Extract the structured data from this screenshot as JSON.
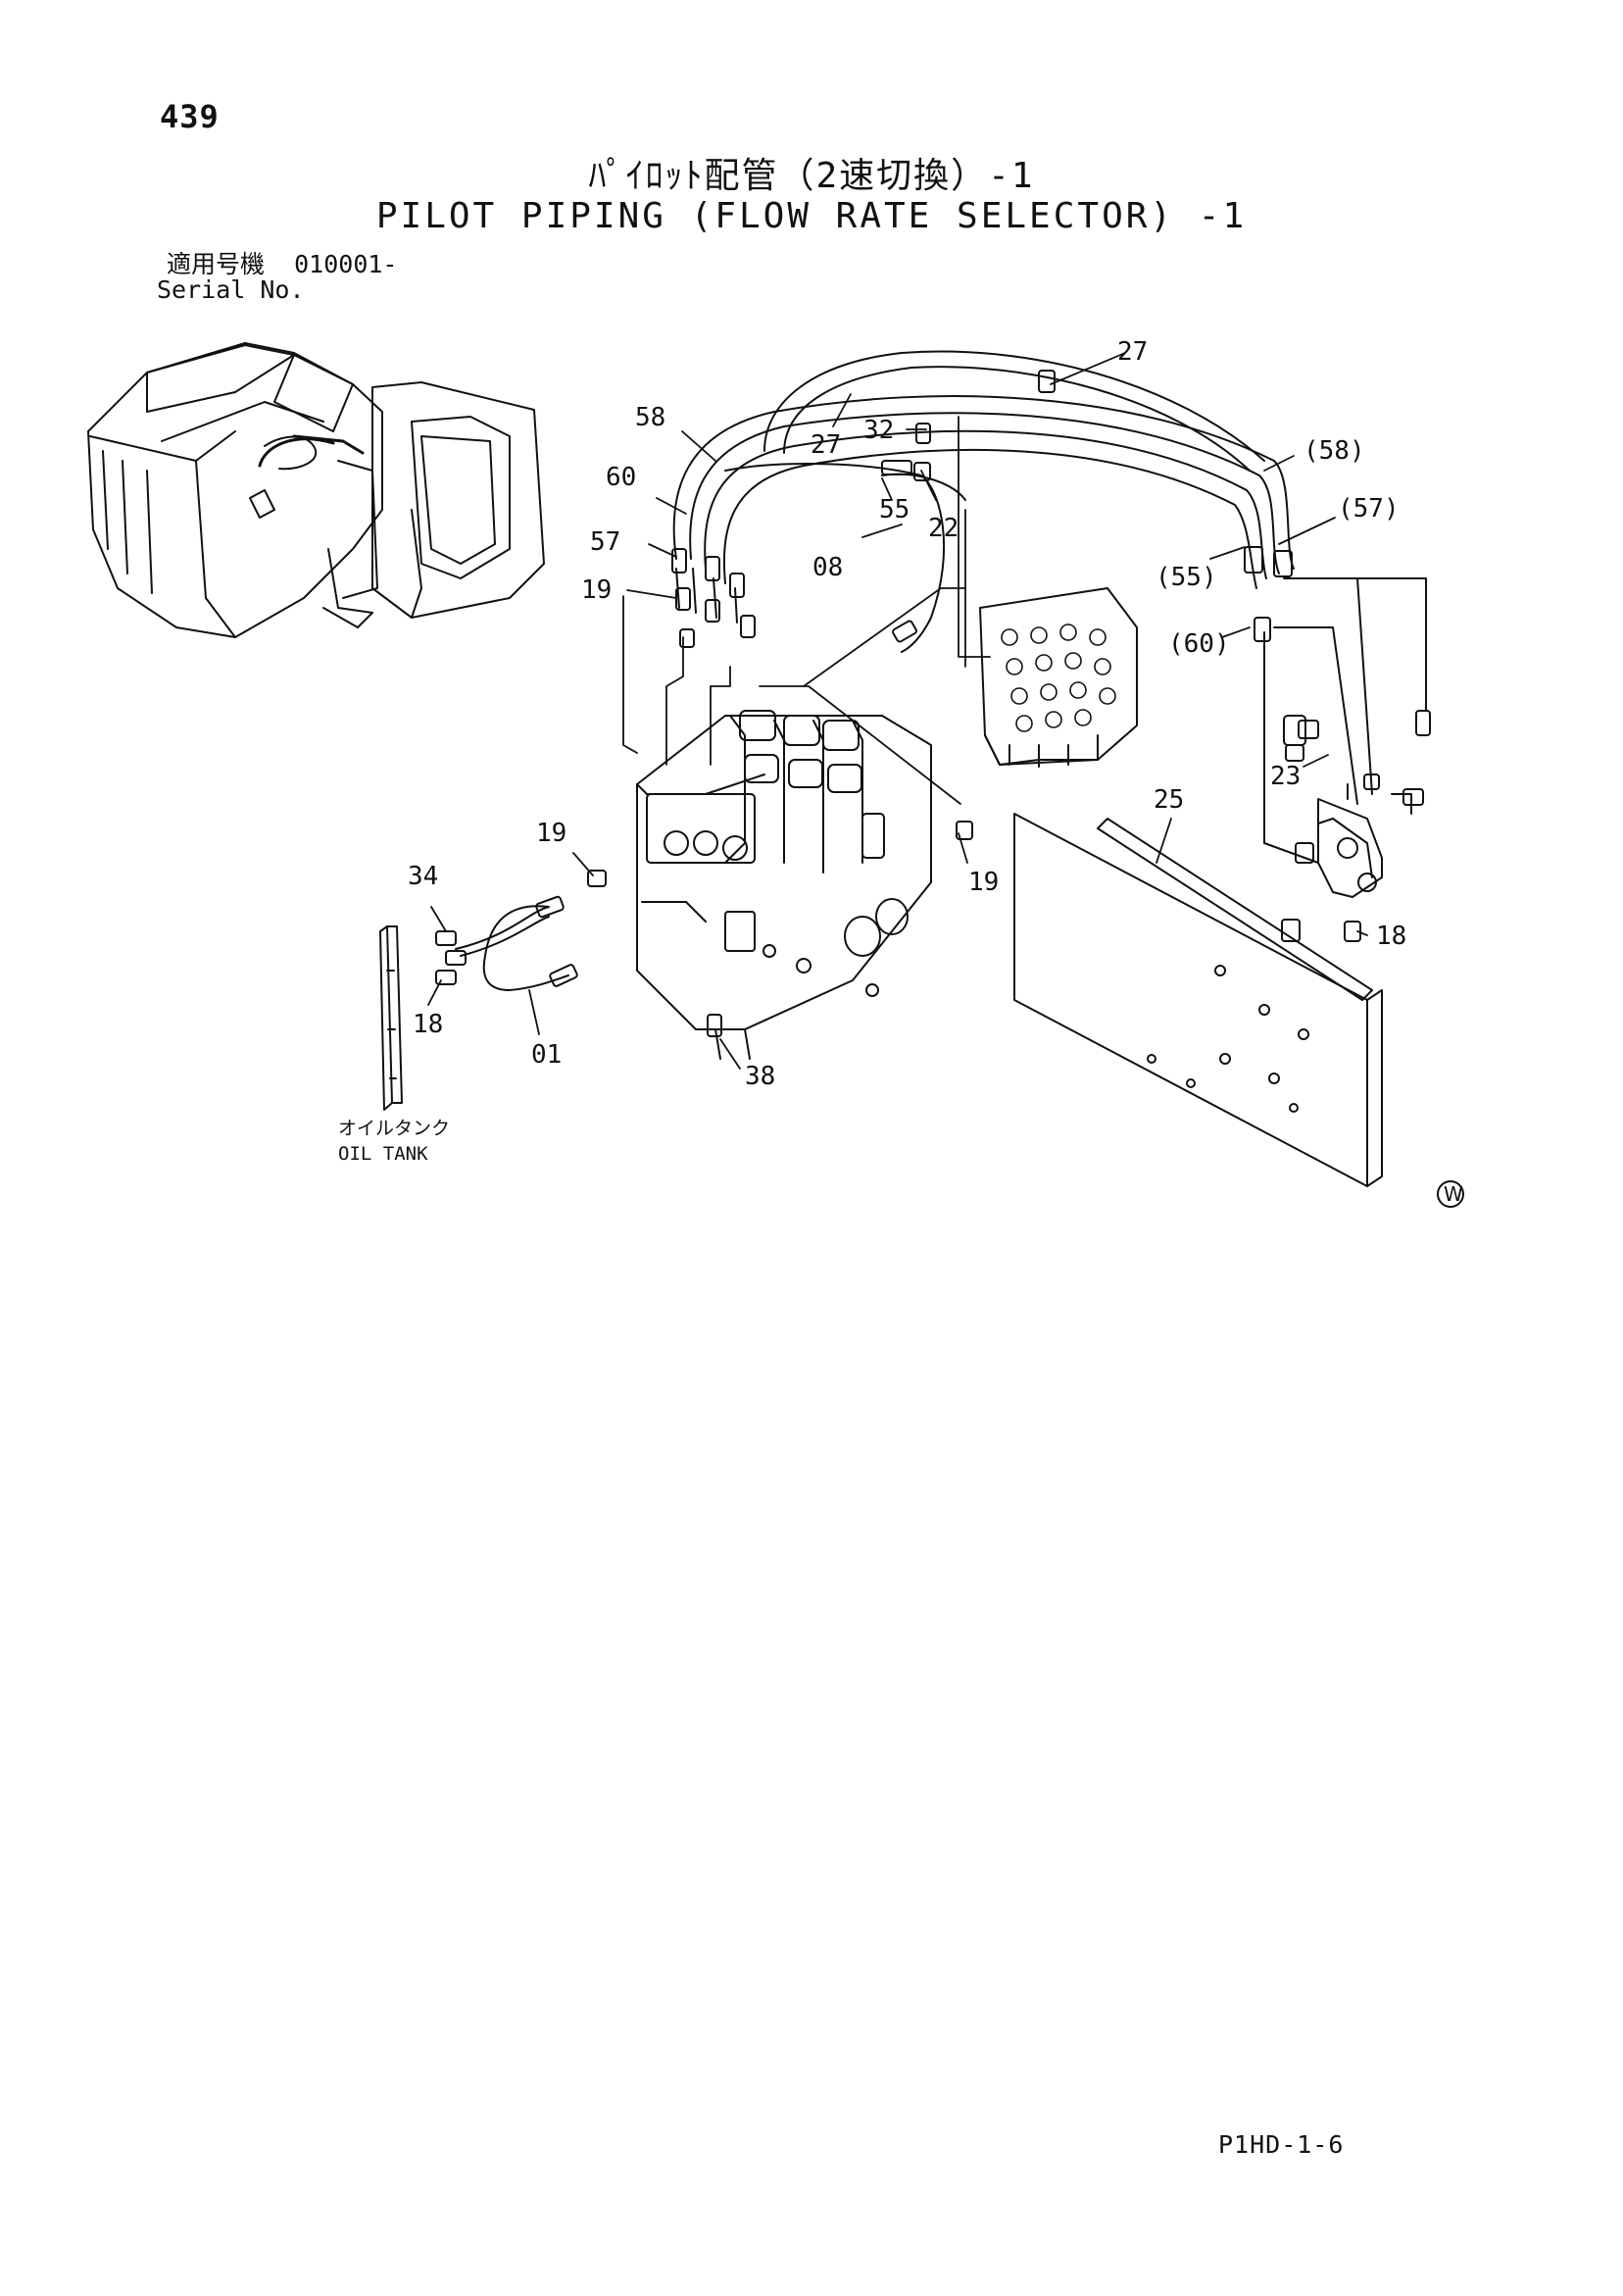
{
  "header": {
    "page_number": "439",
    "title_jp": "ﾊﾟｲﾛｯﾄ配管（2速切換）-1",
    "title_en": "PILOT PIPING (FLOW RATE SELECTOR) -1",
    "serial_label_jp": "適用号機",
    "serial_value": "010001-",
    "serial_label_en": "Serial No."
  },
  "diagram": {
    "callouts": [
      "27",
      "27",
      "32",
      "58",
      "(58)",
      "60",
      "55",
      "22",
      "(57)",
      "57",
      "08",
      "(55)",
      "19",
      "(60)",
      "23",
      "25",
      "19",
      "19",
      "34",
      "18",
      "18",
      "01",
      "38"
    ],
    "oil_tank_label_jp": "オイルタンク",
    "oil_tank_label_en": "OIL TANK",
    "corner_mark": "W"
  },
  "footer": {
    "code": "P1HD-1-6"
  }
}
